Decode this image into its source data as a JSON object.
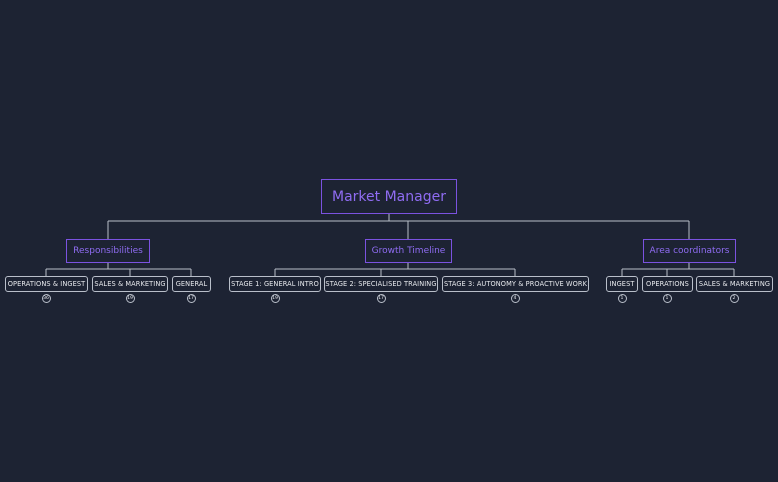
{
  "root": {
    "label": "Market Manager"
  },
  "groups": [
    {
      "label": "Responsibilities",
      "children": [
        {
          "label": "OPERATIONS & INGEST",
          "count": "36"
        },
        {
          "label": "SALES & MARKETING",
          "count": "19"
        },
        {
          "label": "GENERAL",
          "count": "17"
        }
      ]
    },
    {
      "label": "Growth Timeline",
      "children": [
        {
          "label": "STAGE 1: GENERAL INTRO",
          "count": "19"
        },
        {
          "label": "STAGE 2: SPECIALISED TRAINING",
          "count": "17"
        },
        {
          "label": "STAGE 3: AUTONOMY & PROACTIVE WORK",
          "count": "4"
        }
      ]
    },
    {
      "label": "Area coordinators",
      "children": [
        {
          "label": "INGEST",
          "count": "1"
        },
        {
          "label": "OPERATIONS",
          "count": "1"
        },
        {
          "label": "SALES & MARKETING",
          "count": "2"
        }
      ]
    }
  ],
  "colors": {
    "background": "#1d2333",
    "accent": "#7b52e0",
    "accent_text": "#8f6cf2",
    "line": "#b9bfca",
    "text": "#e8eaee"
  }
}
